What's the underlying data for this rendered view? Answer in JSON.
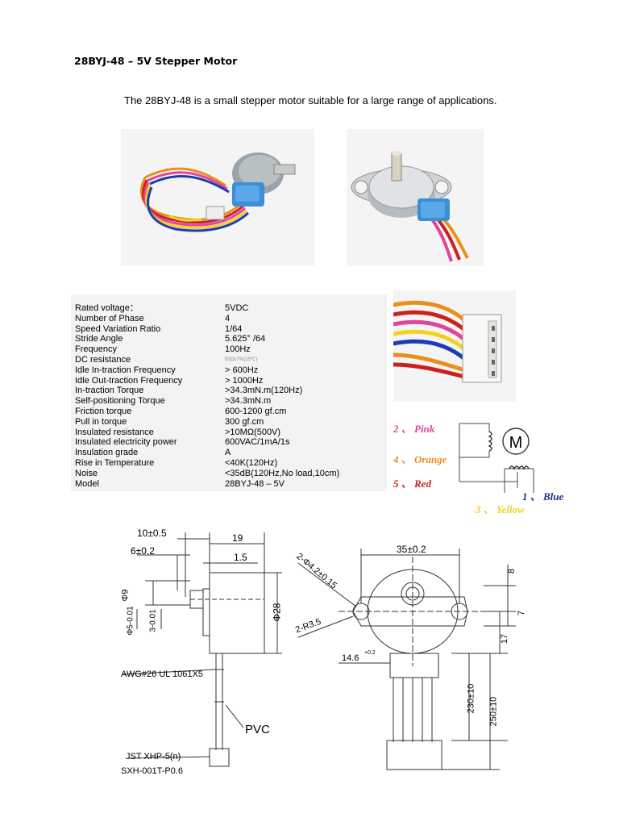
{
  "title": "28BYJ-48 – 5V Stepper Motor",
  "intro": "The 28BYJ-48 is a small stepper motor suitable for a large range of applications.",
  "specs": [
    {
      "key": "Rated voltage：",
      "value": "5VDC"
    },
    {
      "key": "Number of Phase",
      "value": "4"
    },
    {
      "key": "Speed Variation Ratio",
      "value": "1/64"
    },
    {
      "key": "Stride Angle",
      "value": "5.625° /64"
    },
    {
      "key": "Frequency",
      "value": "100Hz"
    },
    {
      "key": "DC resistance",
      "value": "50Ω±7%(25℃)"
    },
    {
      "key": "Idle In-traction Frequency",
      "value": "> 600Hz"
    },
    {
      "key": "Idle Out-traction Frequency",
      "value": "> 1000Hz"
    },
    {
      "key": "In-traction Torque",
      "value": ">34.3mN.m(120Hz)"
    },
    {
      "key": "Self-positioning Torque",
      "value": ">34.3mN.m"
    },
    {
      "key": "Friction torque",
      "value": "600-1200 gf.cm"
    },
    {
      "key": "Pull in torque",
      "value": "300 gf.cm"
    },
    {
      "key": "Insulated resistance",
      "value": ">10MΩ(500V)"
    },
    {
      "key": "Insulated electricity power",
      "value": "600VAC/1mA/1s"
    },
    {
      "key": "Insulation grade",
      "value": "A"
    },
    {
      "key": "Rise in Temperature",
      "value": "<40K(120Hz)"
    },
    {
      "key": "Noise",
      "value": "<35dB(120Hz,No load,10cm)"
    },
    {
      "key": "Model",
      "value": "28BYJ-48 – 5V"
    }
  ],
  "wiring": {
    "pink": "2 、 Pink",
    "orange": "4 、 Orange",
    "red": "5 、 Red",
    "blue": "1 、 Blue",
    "yellow": "3 、 Yellow",
    "motor_label": "M",
    "colors": {
      "pink": "#e0459b",
      "orange": "#e8901c",
      "red": "#cc2020",
      "blue": "#1c2c8a",
      "yellow": "#f2d21e"
    }
  },
  "drawing": {
    "dim_10": "10±0.5",
    "dim_6": "6±0.2",
    "dim_19": "19",
    "dim_1_5": "1.5",
    "dim_phi9": "Φ9",
    "dim_phi5": "Φ5-0.01",
    "dim_3": "3-0.01",
    "dim_phi28": "Φ28",
    "awg": "AWG#26 UL 1061X5",
    "pvc": "PVC",
    "jst": "JST XHP-5(n)",
    "sxh": "SXH-001T-P0.6",
    "dim_hole": "2-Φ4.2±0.15",
    "dim_r35": "2-R3.5",
    "dim_35": "35±0.2",
    "dim_8": "8",
    "dim_7": "7",
    "dim_17": "17",
    "dim_14_6": "14.6",
    "dim_14_6_tol": "+0.2",
    "dim_230": "230±10",
    "dim_250": "250±10"
  }
}
